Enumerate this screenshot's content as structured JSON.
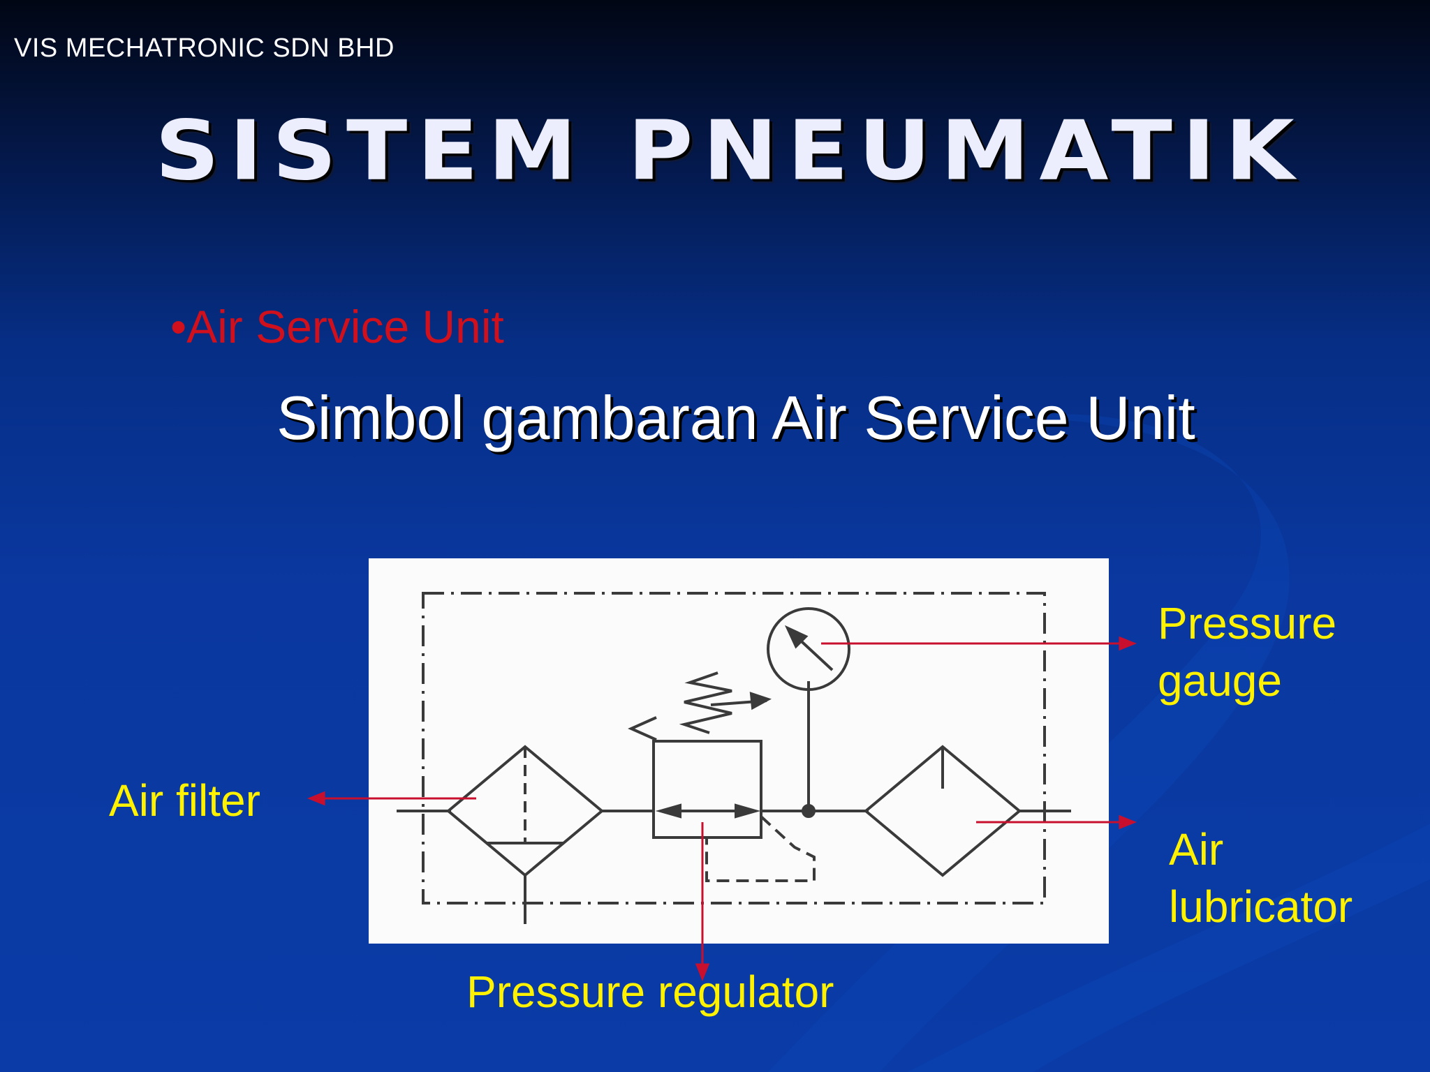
{
  "slide": {
    "company": "VIS MECHATRONIC SDN BHD",
    "title": "SISTEM PNEUMATIK",
    "bullet": "•Air Service Unit",
    "subtitle": "Simbol gambaran Air Service Unit"
  },
  "labels": {
    "pressure_gauge_line1": "Pressure",
    "pressure_gauge_line2": "gauge",
    "air_filter": "Air filter",
    "air_lubricator_line1": "Air",
    "air_lubricator_line2": "lubricator",
    "pressure_regulator": "Pressure regulator"
  },
  "colors": {
    "label": "#fff200",
    "bullet": "#d0101c",
    "leader_line": "#c8102e"
  }
}
